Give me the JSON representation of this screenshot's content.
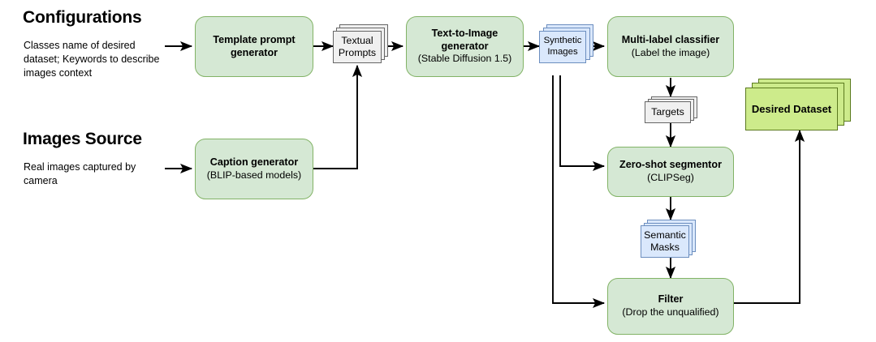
{
  "diagram": {
    "title": "Synthetic dataset generation pipeline",
    "colors": {
      "process_fill": "#d5e8d4",
      "process_stroke": "#82b366",
      "data_grey_fill": "#f0f0f0",
      "data_grey_stroke": "#666666",
      "data_blue_fill": "#dae8fc",
      "data_blue_stroke": "#6c8ebf",
      "output_lime_fill": "#cdeb8b",
      "output_lime_stroke": "#5b7a1f",
      "edge": "#000000",
      "text": "#000000"
    },
    "sections": [
      {
        "id": "configurations",
        "title": "Configurations",
        "description": "Classes name of desired dataset; Keywords to describe images context"
      },
      {
        "id": "images-source",
        "title": "Images Source",
        "description": "Real images captured by camera"
      }
    ],
    "nodes": [
      {
        "id": "template-prompt-generator",
        "kind": "process",
        "line1": "Template prompt",
        "line2": "generator",
        "sub": ""
      },
      {
        "id": "textual-prompts",
        "kind": "data-stack-grey",
        "line1": "Textual",
        "line2": "Prompts"
      },
      {
        "id": "text-to-image-generator",
        "kind": "process",
        "line1": "Text-to-Image",
        "line2": "generator",
        "sub": "(Stable Diffusion 1.5)"
      },
      {
        "id": "synthetic-images",
        "kind": "data-stack-blue",
        "line1": "Synthetic",
        "line2": "Images"
      },
      {
        "id": "multi-label-classifier",
        "kind": "process",
        "line1": "Multi-label classifier",
        "line2": "",
        "sub": "(Label the image)"
      },
      {
        "id": "targets",
        "kind": "data-stack-grey",
        "line1": "Targets",
        "line2": ""
      },
      {
        "id": "zero-shot-segmentor",
        "kind": "process",
        "line1": "Zero-shot segmentor",
        "line2": "",
        "sub": "(CLIPSeg)"
      },
      {
        "id": "semantic-masks",
        "kind": "data-stack-blue",
        "line1": "Semantic",
        "line2": "Masks"
      },
      {
        "id": "filter",
        "kind": "process",
        "line1": "Filter",
        "line2": "",
        "sub": "(Drop the unqualified)"
      },
      {
        "id": "caption-generator",
        "kind": "process",
        "line1": "Caption generator",
        "line2": "",
        "sub": "(BLIP-based models)"
      },
      {
        "id": "desired-dataset",
        "kind": "output-stack-lime",
        "line1": "Desired Dataset",
        "line2": ""
      }
    ],
    "labels": {
      "template_prompt_generator_l1": "Template prompt",
      "template_prompt_generator_l2": "generator",
      "textual_prompts_l1": "Textual",
      "textual_prompts_l2": "Prompts",
      "text_to_image_l1": "Text-to-Image",
      "text_to_image_l2": "generator",
      "text_to_image_sub": "(Stable Diffusion 1.5)",
      "synthetic_images_l1": "Synthetic",
      "synthetic_images_l2": "Images",
      "multi_label_classifier_l1": "Multi-label classifier",
      "multi_label_classifier_sub": "(Label the image)",
      "targets_l1": "Targets",
      "zero_shot_segmentor_l1": "Zero-shot segmentor",
      "zero_shot_segmentor_sub": "(CLIPSeg)",
      "semantic_masks_l1": "Semantic",
      "semantic_masks_l2": "Masks",
      "filter_l1": "Filter",
      "filter_sub": "(Drop the unqualified)",
      "caption_generator_l1": "Caption generator",
      "caption_generator_sub": "(BLIP-based models)",
      "desired_dataset_l1": "Desired Dataset",
      "configurations_title": "Configurations",
      "configurations_desc": "Classes name of desired dataset; Keywords to describe images context",
      "images_source_title": "Images Source",
      "images_source_desc": "Real images captured by camera"
    },
    "edges": [
      {
        "id": "edge-config-to-template",
        "from": "configurations",
        "to": "template-prompt-generator"
      },
      {
        "id": "edge-template-to-prompts",
        "from": "template-prompt-generator",
        "to": "textual-prompts"
      },
      {
        "id": "edge-prompts-to-t2i",
        "from": "textual-prompts",
        "to": "text-to-image-generator"
      },
      {
        "id": "edge-t2i-to-synthetic",
        "from": "text-to-image-generator",
        "to": "synthetic-images"
      },
      {
        "id": "edge-synthetic-to-classifier",
        "from": "synthetic-images",
        "to": "multi-label-classifier"
      },
      {
        "id": "edge-classifier-to-targets",
        "from": "multi-label-classifier",
        "to": "targets"
      },
      {
        "id": "edge-targets-to-segmentor",
        "from": "targets",
        "to": "zero-shot-segmentor"
      },
      {
        "id": "edge-synthetic-to-segmentor",
        "from": "synthetic-images",
        "to": "zero-shot-segmentor"
      },
      {
        "id": "edge-segmentor-to-masks",
        "from": "zero-shot-segmentor",
        "to": "semantic-masks"
      },
      {
        "id": "edge-masks-to-filter",
        "from": "semantic-masks",
        "to": "filter"
      },
      {
        "id": "edge-synthetic-to-filter",
        "from": "synthetic-images",
        "to": "filter"
      },
      {
        "id": "edge-filter-to-dataset",
        "from": "filter",
        "to": "desired-dataset"
      },
      {
        "id": "edge-source-to-caption",
        "from": "images-source",
        "to": "caption-generator"
      },
      {
        "id": "edge-caption-to-prompts",
        "from": "caption-generator",
        "to": "textual-prompts"
      }
    ]
  }
}
